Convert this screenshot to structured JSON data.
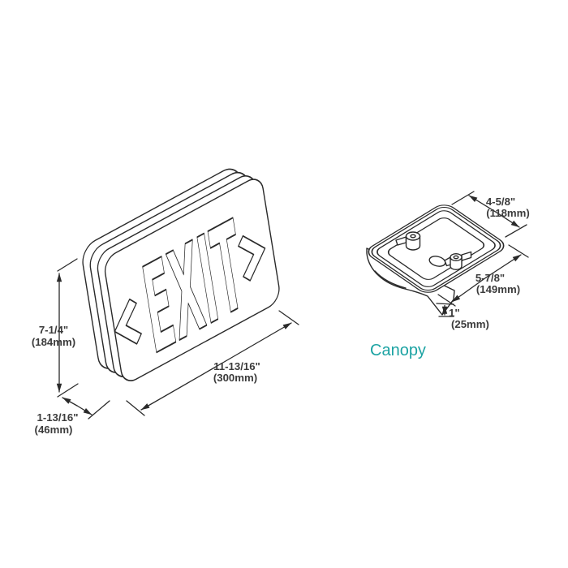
{
  "drawing": {
    "background_color": "#ffffff",
    "line_color": "#2a2a2a",
    "dim_text_color": "#3b3b3b",
    "accent_color": "#1CA3A3",
    "exit_sign": {
      "name": "exit-sign-isometric-drawing",
      "face_text": "EXIT",
      "left_chevron": "<",
      "right_chevron": ">",
      "dimensions": {
        "height": {
          "inches": "7-1/4\"",
          "mm": "(184mm)"
        },
        "depth": {
          "inches": "1-13/16\"",
          "mm": "(46mm)"
        },
        "width": {
          "inches": "11-13/16\"",
          "mm": "(300mm)"
        }
      }
    },
    "canopy": {
      "label": "Canopy",
      "label_color": "#1CA3A3",
      "dimensions": {
        "width": {
          "inches": "4-5/8\"",
          "mm": "(118mm)"
        },
        "depth": {
          "inches": "5-7/8\"",
          "mm": "(149mm)"
        },
        "height": {
          "inches": "1\"",
          "mm": "(25mm)"
        }
      }
    }
  }
}
